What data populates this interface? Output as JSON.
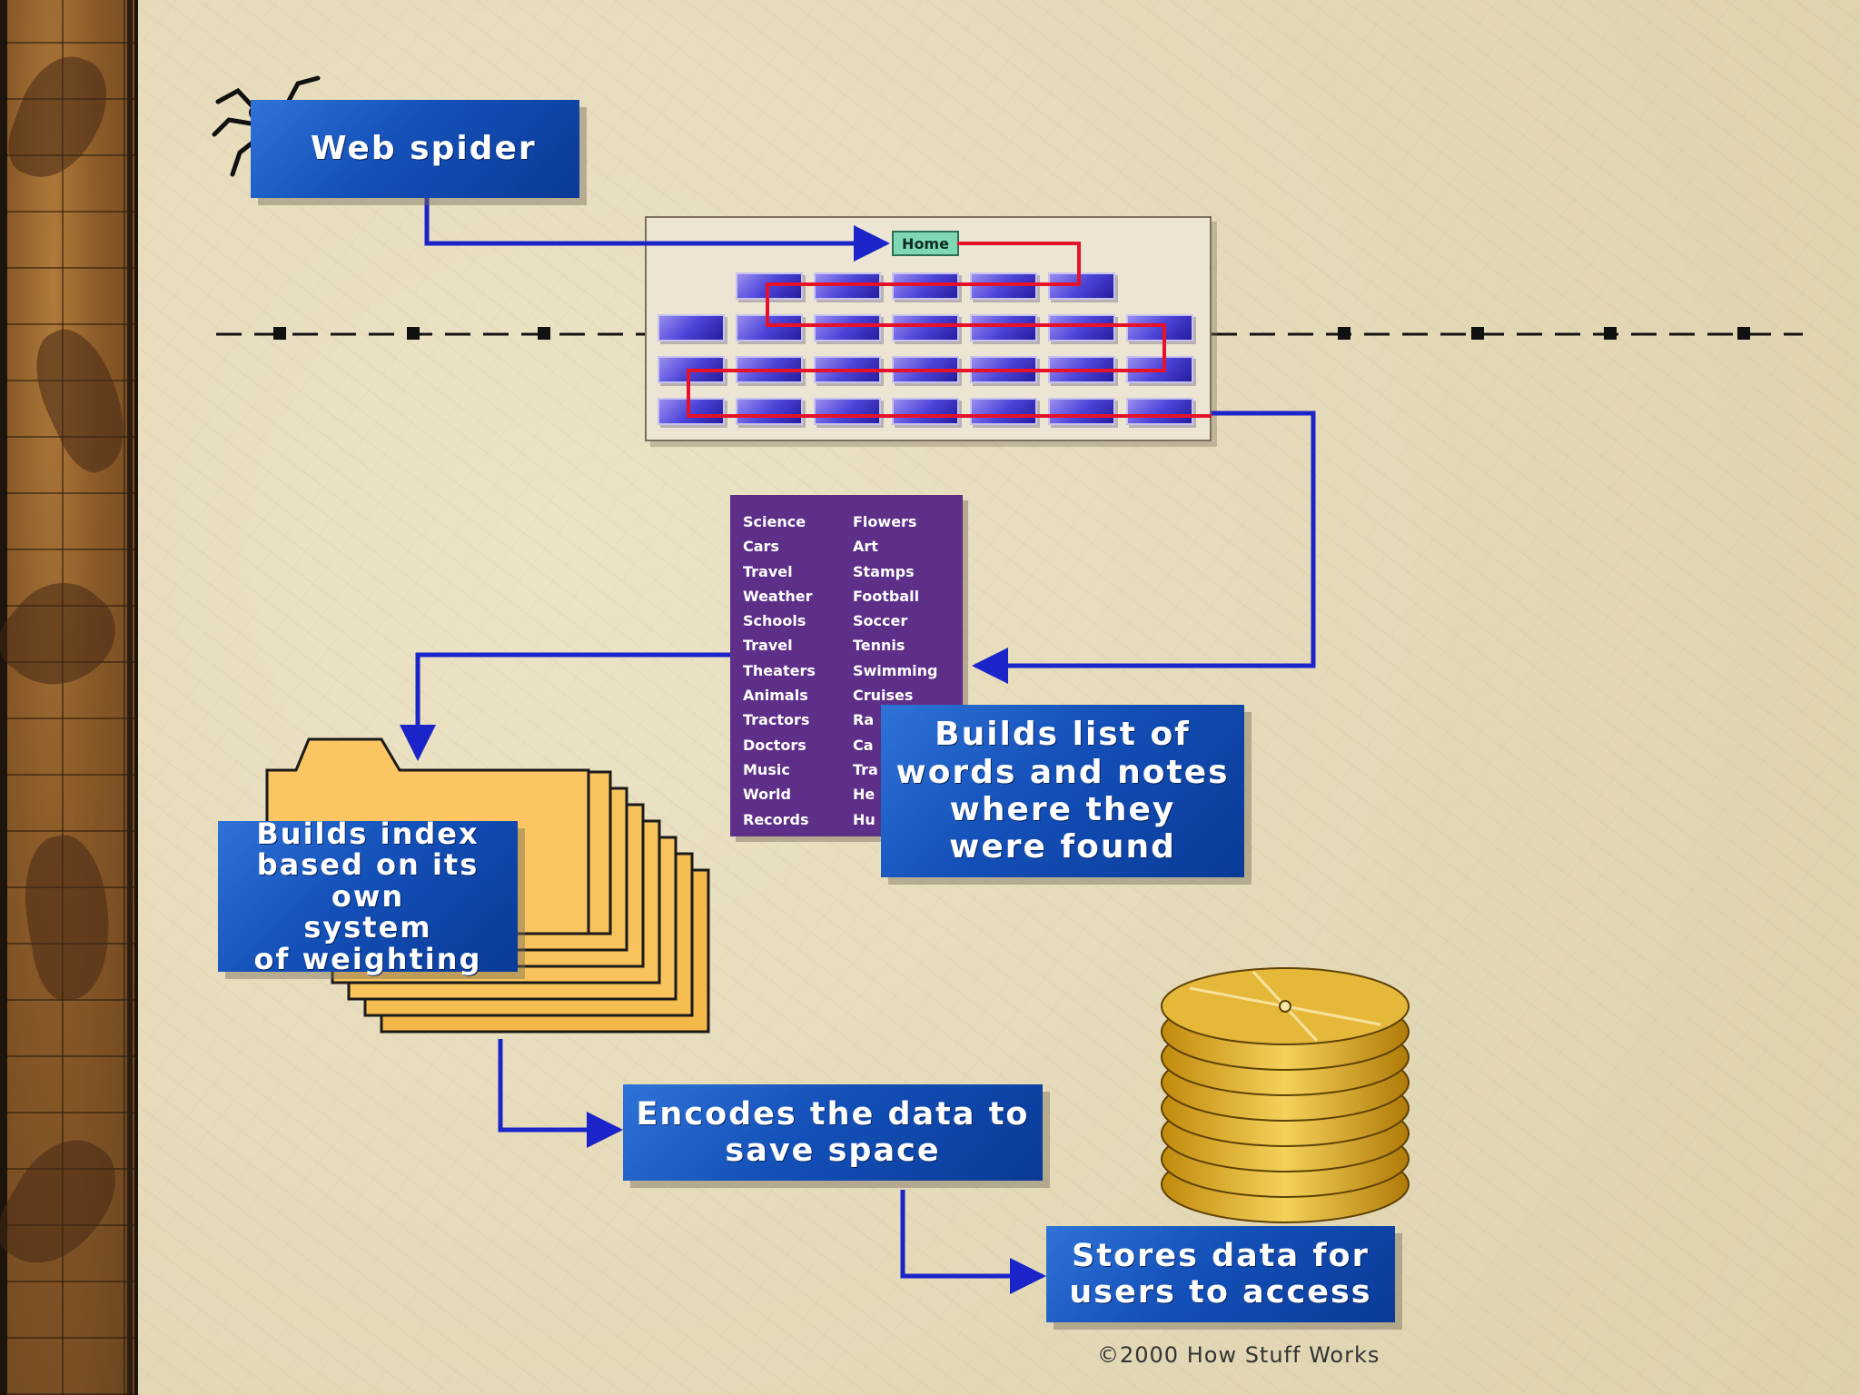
{
  "labels": {
    "web_spider": "Web spider",
    "builds_list": "Builds list of\nwords and notes\nwhere they\nwere found",
    "builds_index": "Builds index\nbased on its own\nsystem\nof weighting",
    "encodes": "Encodes the data to\nsave space",
    "stores": "Stores data for\nusers to access"
  },
  "site_map": {
    "home_label": "Home"
  },
  "word_list": {
    "left_column": [
      "Science",
      "Cars",
      "Travel",
      "Weather",
      "Schools",
      "Travel",
      "Theaters",
      "Animals",
      "Tractors",
      "Doctors",
      "Music",
      "World",
      "Records"
    ],
    "right_column": [
      "Flowers",
      "Art",
      "Stamps",
      "Football",
      "Soccer",
      "Tennis",
      "Swimming",
      "Cruises",
      "Ra",
      "Ca",
      "Tra",
      "He",
      "Hu"
    ]
  },
  "copyright": "©2000 How Stuff Works",
  "colors": {
    "arrow_blue": "#1b24c8",
    "crawl_red": "#e8112a",
    "label_blue": "#1350b8",
    "list_purple": "#5e2f88",
    "folder_orange": "#f8c35a",
    "disk_gold": "#d4a21a"
  },
  "icons": {
    "spider": "spider-icon",
    "folder": "folder-stack-icon",
    "disks": "disk-stack-icon"
  }
}
